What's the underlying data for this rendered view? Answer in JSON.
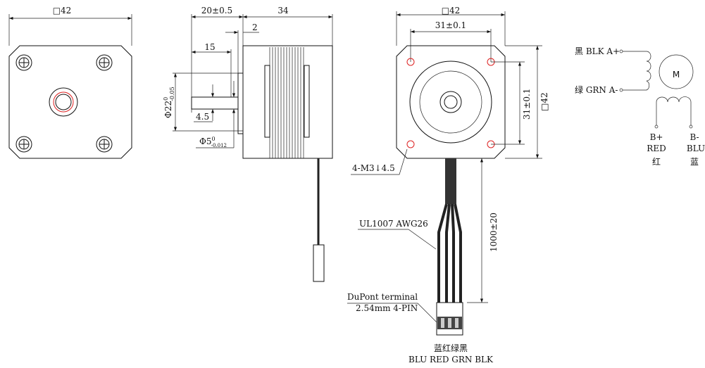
{
  "front_view": {
    "size_label": "□42"
  },
  "side_view": {
    "shaft_length": "20±0.5",
    "body_length": "34",
    "flange_thickness": "2",
    "shaft_flat_length": "15",
    "flat_depth": "4.5",
    "boss_diameter": "Φ22",
    "boss_tol_upper": "0",
    "boss_tol_lower": "-0.05",
    "shaft_diameter": "Φ5",
    "shaft_tol_upper": "0",
    "shaft_tol_lower": "-0.012"
  },
  "rear_view": {
    "size_label": "□42",
    "hole_spacing_h": "31±0.1",
    "hole_spacing_v": "31±0.1",
    "size_label_v": "□42",
    "mount_holes": "4-M3↓4.5",
    "wire_spec": "UL1007 AWG26",
    "cable_length": "1000±20",
    "terminal_line1": "DuPont terminal",
    "terminal_line2": "2.54mm 4-PIN",
    "colors_cn": "蓝红绿黑",
    "colors_en": "BLU RED GRN BLK"
  },
  "schematic": {
    "a_plus": "黑 BLK A+",
    "a_minus": "绿 GRN A-",
    "motor": "M",
    "b_plus": "B+",
    "b_plus_color": "RED",
    "b_plus_cn": "红",
    "b_minus": "B-",
    "b_minus_color": "BLU",
    "b_minus_cn": "蓝"
  }
}
